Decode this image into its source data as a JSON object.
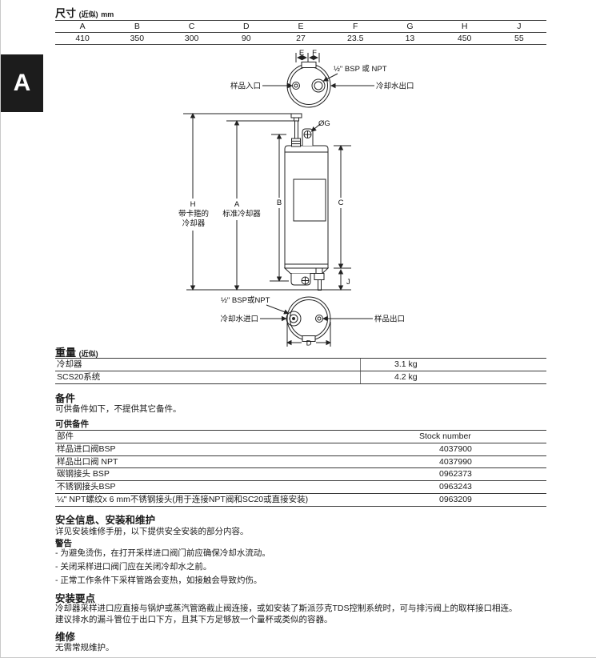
{
  "page": {
    "tab_label": "A"
  },
  "dimensions_table": {
    "title": "尺寸",
    "title_suffix": "(近似)",
    "title_unit": "mm",
    "headers": [
      "A",
      "B",
      "C",
      "D",
      "E",
      "F",
      "G",
      "H",
      "J"
    ],
    "values": [
      "410",
      "350",
      "300",
      "90",
      "27",
      "23.5",
      "13",
      "450",
      "55"
    ]
  },
  "diagram": {
    "top_view": {
      "dim_e": "E",
      "dim_f": "F",
      "thread": "½\" BSP 或 NPT",
      "sample_inlet": "样品入口",
      "cooling_outlet": "冷却水出口"
    },
    "side_view": {
      "dim_h": "H",
      "h_caption_1": "带卡箍的",
      "h_caption_2": "冷却器",
      "dim_a": "A",
      "a_caption": "标准冷却器",
      "dim_b": "B",
      "dim_c": "C",
      "dim_j": "J",
      "dia_g": "ØG"
    },
    "bottom_view": {
      "thread": "½\" BSP或NPT",
      "cooling_inlet": "冷却水进口",
      "sample_outlet": "样品出口",
      "dim_d": "D"
    }
  },
  "weight_table": {
    "title": "重量",
    "title_suffix": "(近似)",
    "rows": [
      {
        "label": "冷却器",
        "value": "3.1 kg"
      },
      {
        "label": "SCS20系统",
        "value": "4.2 kg"
      }
    ]
  },
  "spares": {
    "heading": "备件",
    "intro": "可供备件如下，不提供其它备件。",
    "table_title": "可供备件",
    "col_part": "部件",
    "col_stock": "Stock number",
    "rows": [
      {
        "part": "样品进口阀BSP",
        "stock": "4037900"
      },
      {
        "part": "样品出口阀 NPT",
        "stock": "4037990"
      },
      {
        "part": "碳钢接头 BSP",
        "stock": "0962373"
      },
      {
        "part": "不锈钢接头BSP",
        "stock": "0963243"
      },
      {
        "part": "¼\" NPT螺纹x 6 mm不锈钢接头(用于连接NPT阀和SC20或直接安装)",
        "stock": "0963209"
      }
    ]
  },
  "safety": {
    "heading": "安全信息、安装和维护",
    "intro": "详见安装维修手册，以下提供安全安装的部分内容。",
    "warning_label": "警告",
    "warnings": [
      "- 为避免烫伤，在打开采样进口阀门前应确保冷却水流动。",
      "- 关闭采样进口阀门应在关闭冷却水之前。",
      "- 正常工作条件下采样管路会变热，如接触会导致灼伤。"
    ]
  },
  "installation": {
    "heading": "安装要点",
    "line1": "冷却器采样进口应直接与锅炉或蒸汽管路截止阀连接，或如安装了斯派莎克TDS控制系统时，可与排污阀上的取样接口相连。",
    "line2": "建议排水的漏斗管位于出口下方，且其下方足够放一个量杯或类似的容器。"
  },
  "maintenance": {
    "heading": "维修",
    "text": "无需常规维护。"
  }
}
